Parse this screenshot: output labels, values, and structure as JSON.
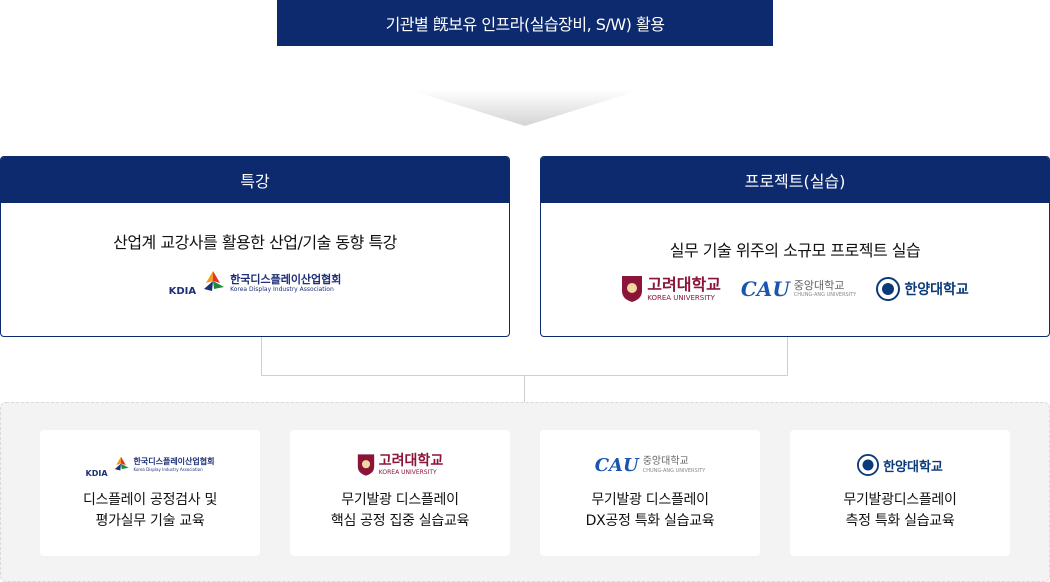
{
  "top": {
    "title": "기관별 旣보유 인프라(실습장비, S/W) 활용"
  },
  "left_box": {
    "header": "특강",
    "description": "산업계 교강사를 활용한 산업/기술 동향 특강",
    "logos": [
      "kdia-logo"
    ]
  },
  "right_box": {
    "header": "프로젝트(실습)",
    "description": "실무 기술 위주의 소규모 프로젝트 실습",
    "logos": [
      "korea-university-logo",
      "chung-ang-university-logo",
      "hanyang-university-logo"
    ]
  },
  "logos": {
    "kdia": {
      "abbr": "KDIA",
      "name": "한국디스플레이산업협회",
      "sub": "Korea Display Industry Association"
    },
    "ku": {
      "name": "고려대학교",
      "sub": "KOREA UNIVERSITY"
    },
    "cau": {
      "mark": "CAU",
      "name": "중앙대학교",
      "sub": "CHUNG-ANG UNIVERSITY"
    },
    "hy": {
      "name": "한양대학교"
    }
  },
  "cards": [
    {
      "logo": "kdia-logo",
      "text": "디스플레이 공정검사 및\n평가실무 기술 교육"
    },
    {
      "logo": "korea-university-logo",
      "text": "무기발광 디스플레이\n핵심 공정 집중 실습교육"
    },
    {
      "logo": "chung-ang-university-logo",
      "text": "무기발광 디스플레이\nDX공정 특화 실습교육"
    },
    {
      "logo": "hanyang-university-logo",
      "text": "무기발광디스플레이\n측정 특화 실습교육"
    }
  ],
  "colors": {
    "navy": "#0e2a6e",
    "ku_crimson": "#8a1538",
    "cau_blue": "#1a55b0",
    "hy_navy": "#0b3a7a",
    "panel_bg": "#f3f3f3"
  }
}
